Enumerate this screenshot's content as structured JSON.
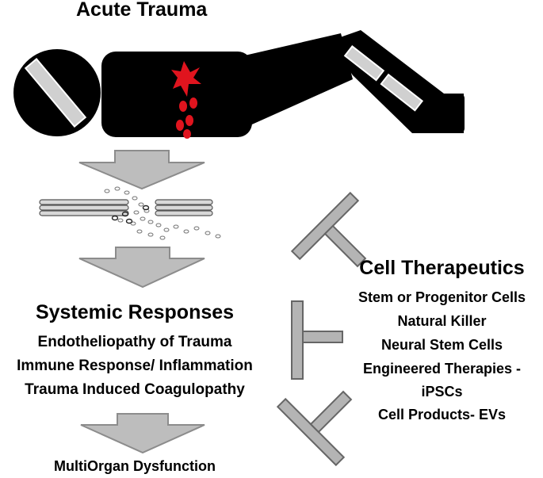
{
  "header": {
    "title": "Acute Trauma"
  },
  "systemic": {
    "title": "Systemic Responses",
    "items": [
      "Endotheliopathy of Trauma",
      "Immune Response/ Inflammation",
      "Trauma  Induced Coagulopathy"
    ]
  },
  "outcome": {
    "label": "MultiOrgan Dysfunction"
  },
  "therapeutics": {
    "title": "Cell Therapeutics",
    "items": [
      "Stem or Progenitor Cells",
      "Natural Killer",
      "Neural Stem Cells",
      "Engineered Therapies -",
      "iPSCs",
      "Cell Products- EVs"
    ]
  },
  "colors": {
    "figure": "#000000",
    "bleeding": "#e0141e",
    "arrow_fill": "#bdbdbd",
    "arrow_stroke": "#8c8c8c",
    "inhibitor_fill": "#b4b4b4",
    "inhibitor_stroke": "#666666"
  }
}
